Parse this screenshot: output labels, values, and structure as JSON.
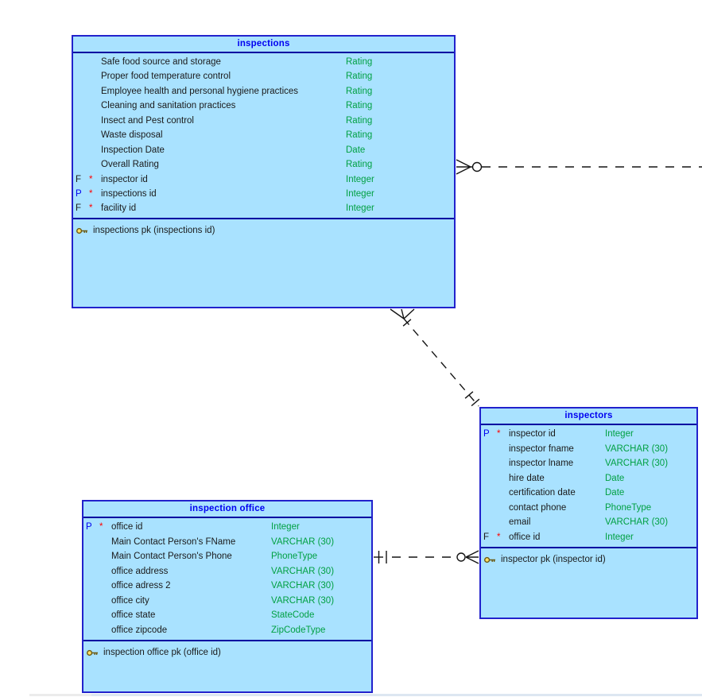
{
  "colors": {
    "table-fill": "#a9e2ff",
    "table-border": "#2222cc",
    "section-line": "#0000a0",
    "title-text": "#0000f0",
    "attr-text": "#1a1a1a",
    "type-text": "#00a042",
    "pk-letter": "#0000f0",
    "required-star": "#ff0000",
    "connector": "#141414"
  },
  "tables": {
    "inspections": {
      "title": "inspections",
      "rows": [
        {
          "key": "",
          "req": "",
          "name": "Safe food source and storage",
          "type": "Rating"
        },
        {
          "key": "",
          "req": "",
          "name": "Proper food temperature control",
          "type": "Rating"
        },
        {
          "key": "",
          "req": "",
          "name": "Employee health and personal hygiene practices",
          "type": "Rating"
        },
        {
          "key": "",
          "req": "",
          "name": "Cleaning and sanitation practices",
          "type": "Rating"
        },
        {
          "key": "",
          "req": "",
          "name": "Insect and Pest control",
          "type": "Rating"
        },
        {
          "key": "",
          "req": "",
          "name": "Waste disposal",
          "type": "Rating"
        },
        {
          "key": "",
          "req": "",
          "name": "Inspection Date",
          "type": "Date"
        },
        {
          "key": "",
          "req": "",
          "name": "Overall Rating",
          "type": "Rating"
        },
        {
          "key": "F",
          "req": "*",
          "name": "inspector id",
          "type": "Integer"
        },
        {
          "key": "P",
          "req": "*",
          "name": "inspections id",
          "type": "Integer"
        },
        {
          "key": "F",
          "req": "*",
          "name": "facility id",
          "type": "Integer"
        }
      ],
      "pk_label": "inspections pk (inspections id)"
    },
    "inspectors": {
      "title": "inspectors",
      "rows": [
        {
          "key": "P",
          "req": "*",
          "name": "inspector id",
          "type": "Integer"
        },
        {
          "key": "",
          "req": "",
          "name": "inspector fname",
          "type": "VARCHAR (30)"
        },
        {
          "key": "",
          "req": "",
          "name": "inspector lname",
          "type": "VARCHAR (30)"
        },
        {
          "key": "",
          "req": "",
          "name": "hire date",
          "type": "Date"
        },
        {
          "key": "",
          "req": "",
          "name": "certification date",
          "type": "Date"
        },
        {
          "key": "",
          "req": "",
          "name": "contact phone",
          "type": "PhoneType"
        },
        {
          "key": "",
          "req": "",
          "name": "email",
          "type": "VARCHAR (30)"
        },
        {
          "key": "F",
          "req": "*",
          "name": "office id",
          "type": "Integer"
        }
      ],
      "pk_label": "inspector pk (inspector id)"
    },
    "inspection_office": {
      "title": "inspection office",
      "rows": [
        {
          "key": "P",
          "req": "*",
          "name": "office id",
          "type": "Integer"
        },
        {
          "key": "",
          "req": "",
          "name": "Main Contact Person's FName",
          "type": "VARCHAR (30)"
        },
        {
          "key": "",
          "req": "",
          "name": "Main Contact Person's Phone",
          "type": "PhoneType"
        },
        {
          "key": "",
          "req": "",
          "name": "office address",
          "type": "VARCHAR (30)"
        },
        {
          "key": "",
          "req": "",
          "name": "office adress 2",
          "type": "VARCHAR (30)"
        },
        {
          "key": "",
          "req": "",
          "name": "office city",
          "type": "VARCHAR (30)"
        },
        {
          "key": "",
          "req": "",
          "name": "office state",
          "type": "StateCode"
        },
        {
          "key": "",
          "req": "",
          "name": "office zipcode",
          "type": "ZipCodeType"
        }
      ],
      "pk_label": "inspection office pk (office id)"
    }
  },
  "relationships": [
    {
      "from": "inspections",
      "to": "off-canvas-right",
      "from_symbol": "zero-or-many (crow's foot + circle)",
      "line": "dashed"
    },
    {
      "from": "inspections",
      "to": "inspectors",
      "from_symbol": "one-or-many (crow's foot + tick)",
      "to_symbol": "exactly-one (double tick)",
      "line": "dashed"
    },
    {
      "from": "inspection office",
      "to": "inspectors",
      "from_symbol": "exactly-one (double tick)",
      "to_symbol": "zero-or-many (circle + crow's foot)",
      "line": "dashed"
    }
  ]
}
